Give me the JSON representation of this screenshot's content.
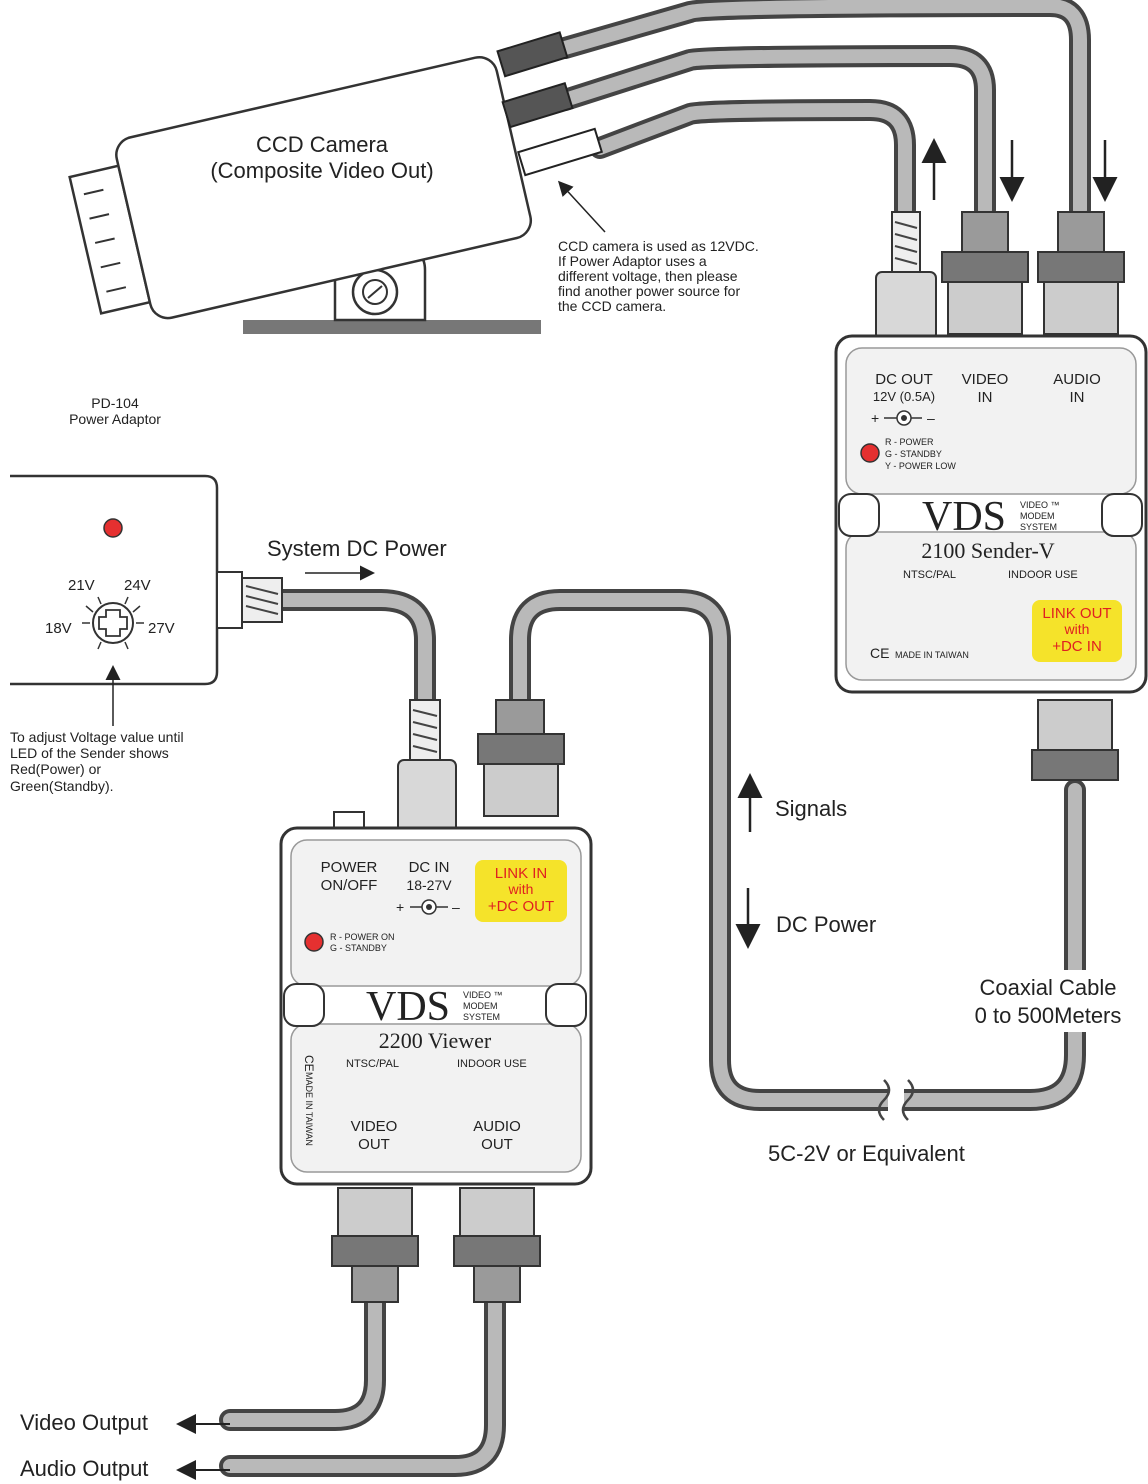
{
  "camera": {
    "title": "CCD Camera",
    "subtitle": "(Composite Video Out)",
    "note": [
      "CCD camera is used as 12VDC.",
      "If Power Adaptor uses a",
      "different voltage, then please",
      "find another power source for",
      "the CCD camera."
    ]
  },
  "adaptor": {
    "model": "PD-104",
    "name": "Power Adaptor",
    "dial_labels": {
      "v18": "18V",
      "v21": "21V",
      "v24": "24V",
      "v27": "27V"
    },
    "note": [
      "To adjust Voltage value until",
      "LED of the Sender shows",
      "Red(Power) or",
      "Green(Standby)."
    ],
    "cable_label": "System DC Power"
  },
  "sender": {
    "port_dc_out": [
      "DC OUT",
      "12V (0.5A)"
    ],
    "port_video_in": [
      "VIDEO",
      "IN"
    ],
    "port_audio_in": [
      "AUDIO",
      "IN"
    ],
    "polarity_plus": "+",
    "polarity_minus": "–",
    "led_legend": [
      "R - POWER",
      "G - STANDBY",
      "Y - POWER LOW"
    ],
    "brand": "VDS",
    "brand_sub": [
      "VIDEO ™",
      "MODEM",
      "SYSTEM"
    ],
    "model": "2100 Sender-V",
    "ntsc": "NTSC/PAL",
    "indoor": "INDOOR USE",
    "link_badge": [
      "LINK OUT",
      "with",
      "+DC IN"
    ],
    "ce": "CE",
    "made_in": "MADE IN TAIWAN"
  },
  "viewer": {
    "port_power": [
      "POWER",
      "ON/OFF"
    ],
    "port_dc_in": [
      "DC IN",
      "18-27V"
    ],
    "polarity_plus": "+",
    "polarity_minus": "–",
    "link_badge": [
      "LINK IN",
      "with",
      "+DC OUT"
    ],
    "led_legend": [
      "R - POWER ON",
      "G - STANDBY"
    ],
    "brand": "VDS",
    "brand_sub": [
      "VIDEO ™",
      "MODEM",
      "SYSTEM"
    ],
    "model": "2200 Viewer",
    "ntsc": "NTSC/PAL",
    "indoor": "INDOOR USE",
    "ce": "CE",
    "made_in": "MADE IN TAIWAN",
    "port_video_out": [
      "VIDEO",
      "OUT"
    ],
    "port_audio_out": [
      "AUDIO",
      "OUT"
    ]
  },
  "legend": {
    "signals": "Signals",
    "dc_power": "DC Power"
  },
  "coax": {
    "label": [
      "Coaxial Cable",
      "0 to 500Meters"
    ],
    "cable_type": "5C-2V or Equivalent"
  },
  "outputs": {
    "video": "Video Output",
    "audio": "Audio Output"
  },
  "colors": {
    "badge": "#f5e32a",
    "badge_text": "#e02020",
    "led": "#e53030",
    "cable": "#b9b9b9",
    "outline": "#444444"
  }
}
